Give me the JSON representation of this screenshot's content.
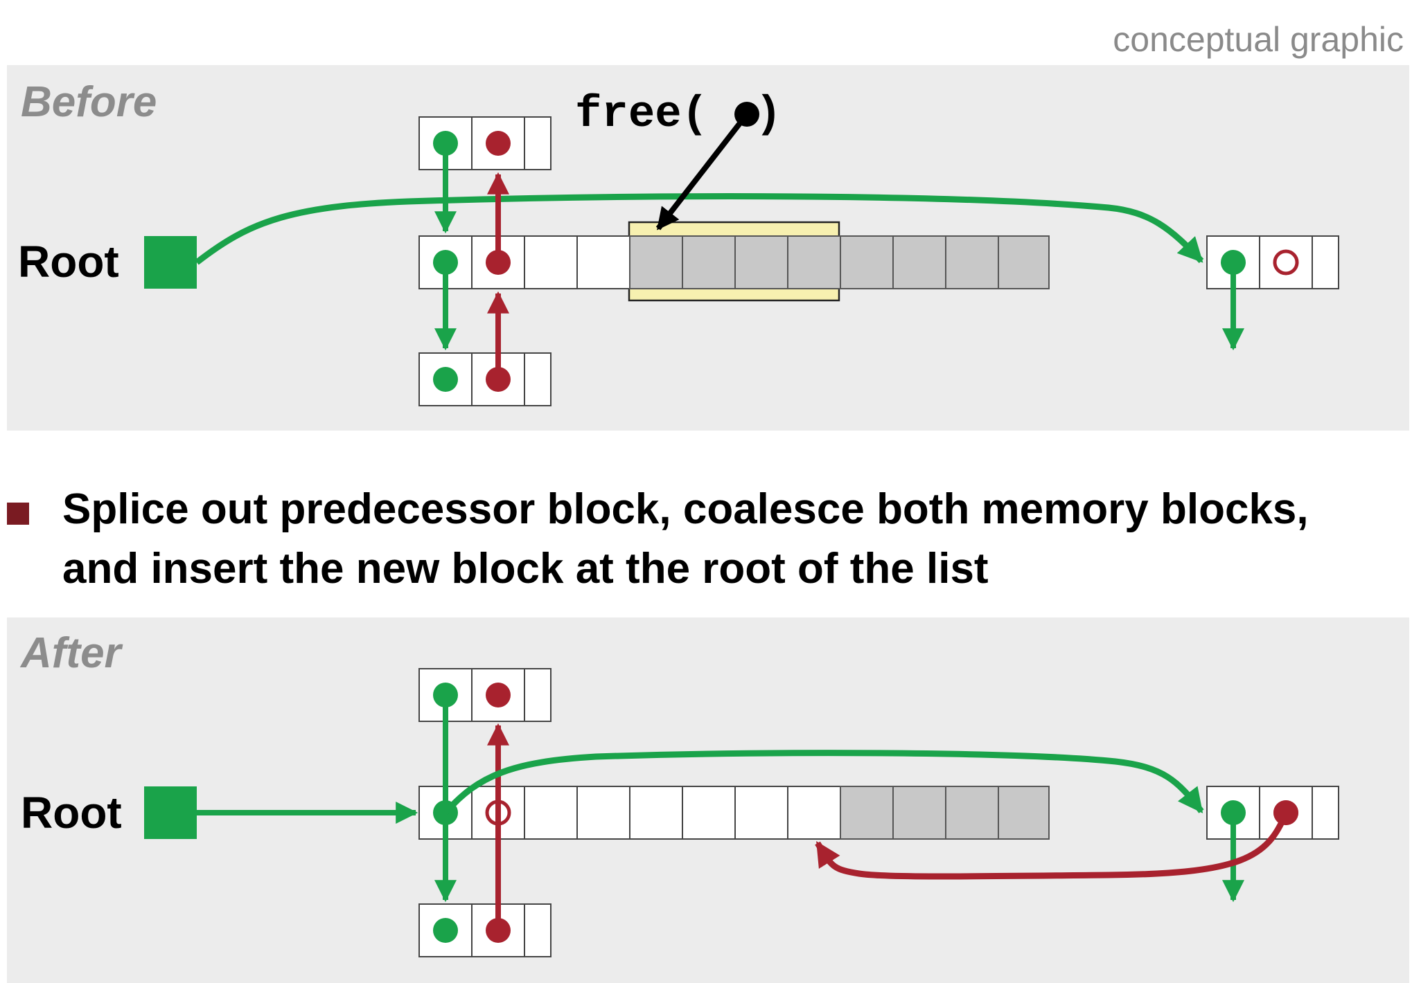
{
  "header_note": "conceptual graphic",
  "bullet": {
    "line1": "Splice out predecessor block, coalesce both memory blocks,",
    "line2": "and insert the new block at the root of the list"
  },
  "before": {
    "label": "Before",
    "root_label": "Root",
    "call_prefix": "free(",
    "call_suffix": ")"
  },
  "after": {
    "label": "After",
    "root_label": "Root"
  },
  "colors": {
    "panel_bg": "#ececec",
    "next_pointer_green": "#1aa34a",
    "prev_pointer_red": "#a8222e",
    "allocated_gray": "#c8c8c8",
    "freed_highlight": "#f7f0b0",
    "bullet_marker": "#7a1b22"
  }
}
